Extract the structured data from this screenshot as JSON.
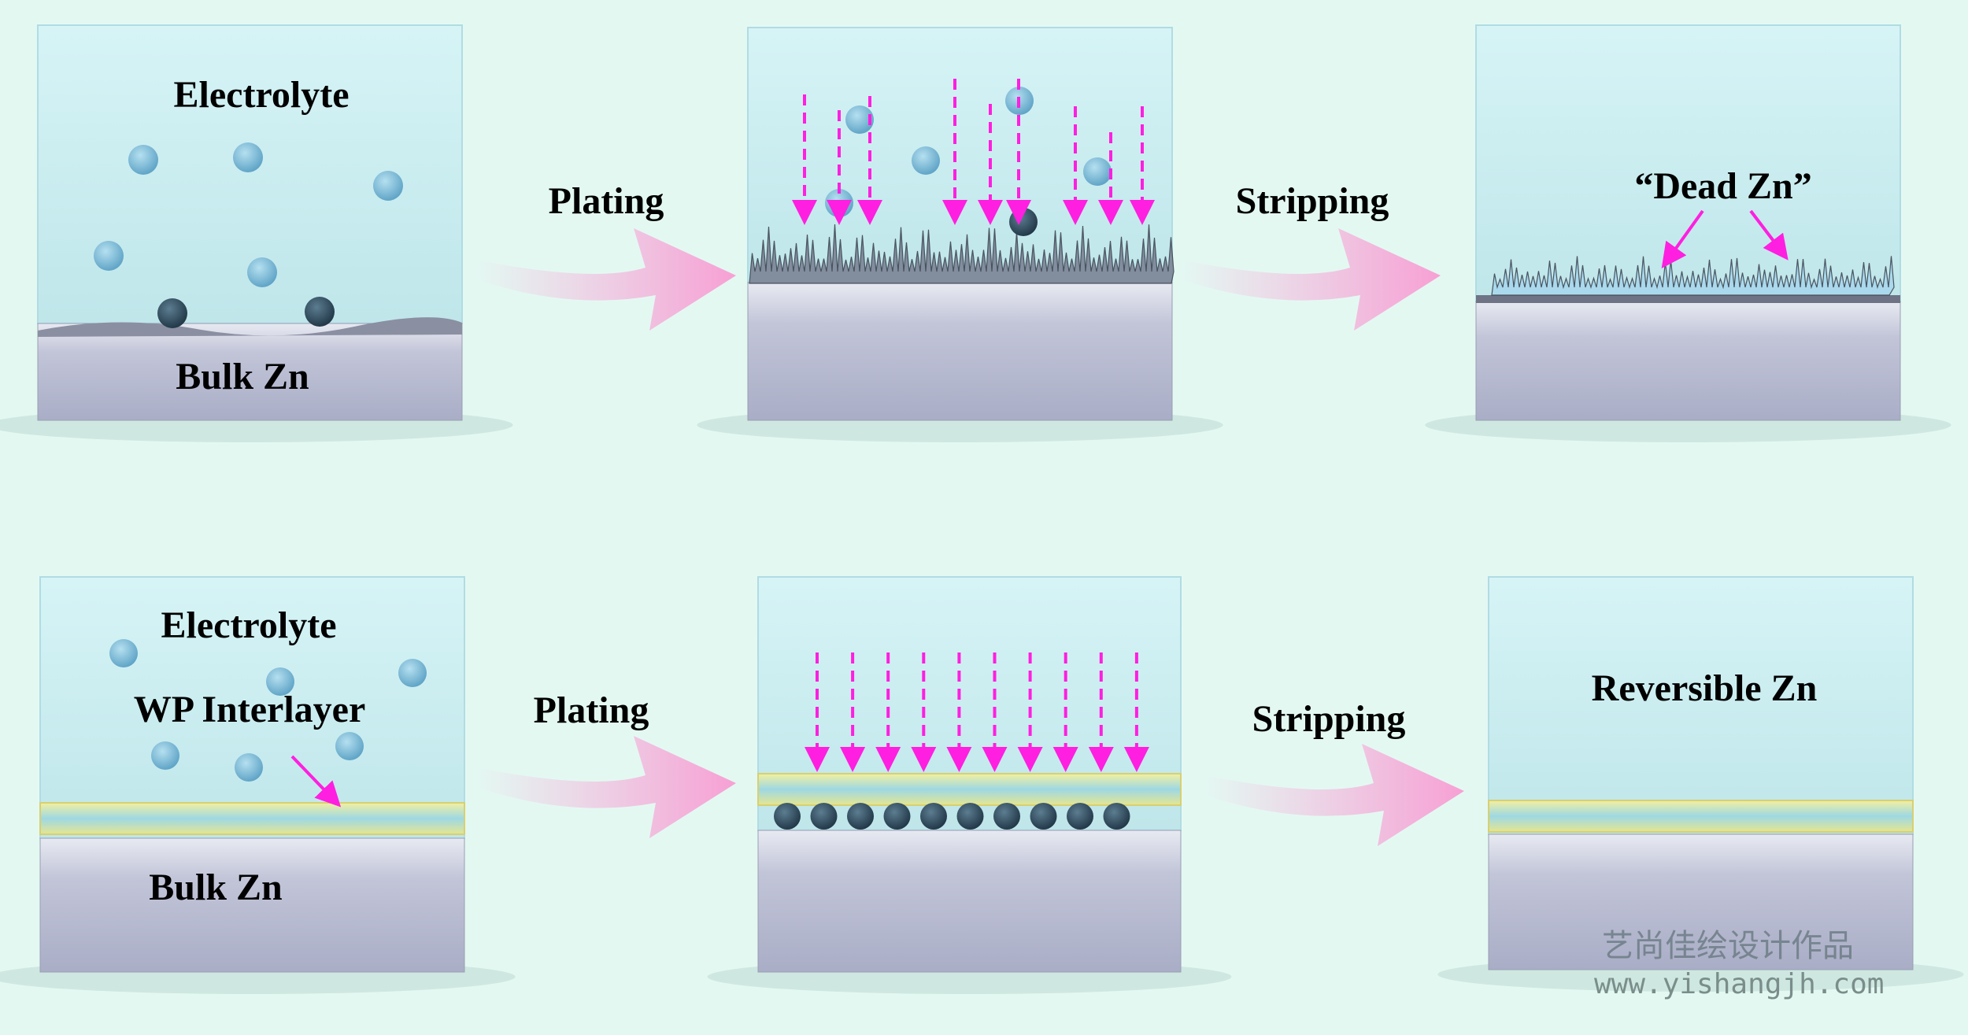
{
  "top_row": {
    "panel1": {
      "electrolyte": "Electrolyte",
      "substrate": "Bulk Zn"
    },
    "step1": "Plating",
    "step2": "Stripping",
    "panel3": {
      "annotation": "“Dead Zn”"
    }
  },
  "bottom_row": {
    "panel1": {
      "electrolyte": "Electrolyte",
      "interlayer": "WP Interlayer",
      "substrate": "Bulk Zn"
    },
    "step1": "Plating",
    "step2": "Stripping",
    "panel3": {
      "annotation": "Reversible Zn"
    }
  },
  "watermark": {
    "cn": "艺尚佳绘设计作品",
    "url": "www.yishangjh.com"
  },
  "colors": {
    "background": "#e4f8f2",
    "electrolyte": "#c8eef0",
    "zinc": "#b4b8d0",
    "arrow": "#f7a8d8",
    "flux": "#ff1fe0",
    "ion": "#7fc0dc"
  }
}
